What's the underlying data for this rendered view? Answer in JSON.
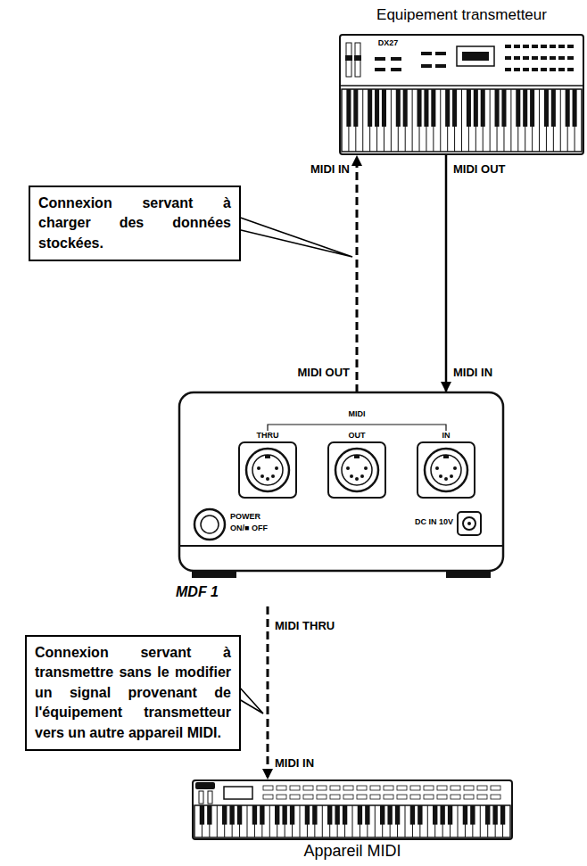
{
  "diagram": {
    "nodes": [
      {
        "text": [
          "Equipement transmetteur"
        ]
      },
      {
        "text": [
          "Connexion servant à charger des données stockées."
        ]
      },
      {
        "text": [
          "MDF 1"
        ]
      },
      {
        "text": [
          "Connexion servant à transmettre sans le modifier un signal provenant de l'équipement transmetteur vers un autre appareil MIDI."
        ]
      },
      {
        "text": [
          "Appareil MIDI"
        ]
      }
    ],
    "edges": [
      {
        "from": 0,
        "to": 2,
        "arrow": "to"
      },
      {
        "from": 2,
        "to": 0,
        "arrow": "to"
      },
      {
        "from": 2,
        "to": 4,
        "arrow": "to"
      }
    ],
    "labels": [
      "DX27",
      "MIDI IN",
      "MIDI OUT",
      "MIDI OUT",
      "MIDI IN",
      "MIDI",
      "THRU",
      "OUT",
      "IN",
      "POWER",
      "ON/■ OFF",
      "DC IN 10V",
      "MIDI THRU",
      "MIDI IN"
    ]
  }
}
